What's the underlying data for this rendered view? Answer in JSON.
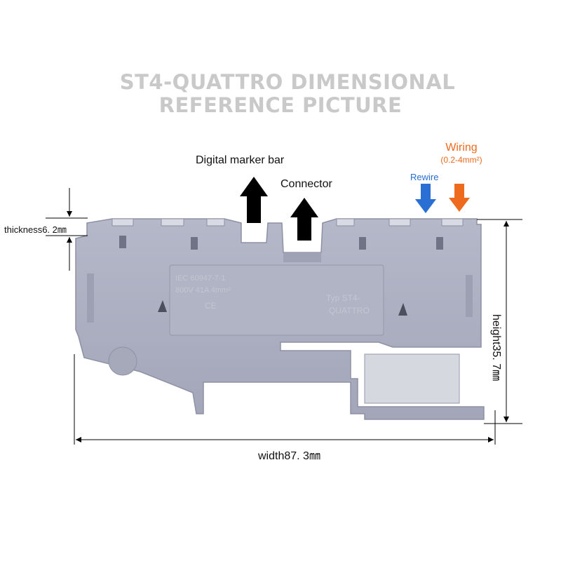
{
  "title": {
    "line1": "ST4-QUATTRO DIMENSIONAL",
    "line2": "REFERENCE PICTURE"
  },
  "labels": {
    "marker_bar": "Digital marker bar",
    "connector": "Connector",
    "wiring": "Wiring",
    "wiring_range": "(0.2-4mm²)",
    "rewire": "Rewire",
    "thickness": "thickness6. 2㎜",
    "height": "height35. 7㎜",
    "width": "width87. 3㎜"
  },
  "embossed": {
    "standard": "IEC 60947-7-1",
    "rating": "800V 41A 4mm²",
    "ce": "CE",
    "type_line1": "Typ ST4-",
    "type_line2": "QUATTRO"
  },
  "colors": {
    "title": "#c9c9c9",
    "body": "#a9adbe",
    "wiring": "#ee6a1d",
    "rewire": "#2a6fd4",
    "arrow": "#000000"
  },
  "icons": {
    "marker_arrow": "arrow-up-icon",
    "connector_arrow": "arrow-up-icon",
    "rewire_arrow": "arrow-down-icon",
    "wiring_arrow": "arrow-down-icon"
  }
}
